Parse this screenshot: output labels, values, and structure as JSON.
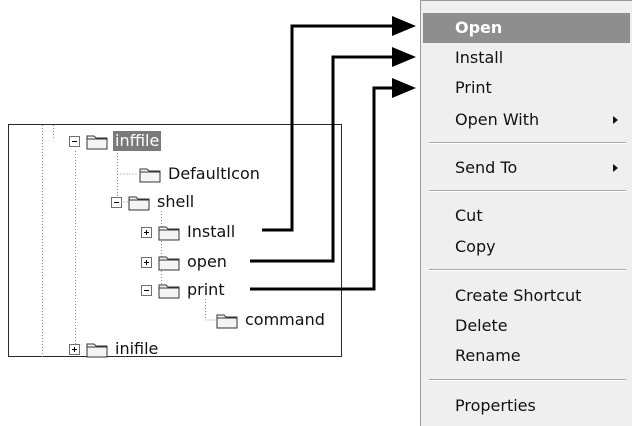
{
  "tree": {
    "nodes": [
      {
        "id": "inffile",
        "label": "inffile",
        "expander": "minus",
        "selected": true
      },
      {
        "id": "defaulticon",
        "label": "DefaultIcon",
        "expander": null,
        "selected": false
      },
      {
        "id": "shell",
        "label": "shell",
        "expander": "minus",
        "selected": false
      },
      {
        "id": "install",
        "label": "Install",
        "expander": "plus",
        "selected": false
      },
      {
        "id": "open",
        "label": "open",
        "expander": "plus",
        "selected": false
      },
      {
        "id": "print",
        "label": "print",
        "expander": "minus",
        "selected": false
      },
      {
        "id": "command",
        "label": "command",
        "expander": null,
        "selected": false
      },
      {
        "id": "inifile",
        "label": "inifile",
        "expander": "plus",
        "selected": false
      }
    ]
  },
  "menu": {
    "items": [
      {
        "label": "Open",
        "highlighted": true,
        "submenu": false
      },
      {
        "label": "Install",
        "highlighted": false,
        "submenu": false
      },
      {
        "label": "Print",
        "highlighted": false,
        "submenu": false
      },
      {
        "label": "Open With",
        "highlighted": false,
        "submenu": true
      },
      {
        "label": "Send To",
        "highlighted": false,
        "submenu": true
      },
      {
        "label": "Cut",
        "highlighted": false,
        "submenu": false
      },
      {
        "label": "Copy",
        "highlighted": false,
        "submenu": false
      },
      {
        "label": "Create Shortcut",
        "highlighted": false,
        "submenu": false
      },
      {
        "label": "Delete",
        "highlighted": false,
        "submenu": false
      },
      {
        "label": "Rename",
        "highlighted": false,
        "submenu": false
      },
      {
        "label": "Properties",
        "highlighted": false,
        "submenu": false
      }
    ]
  },
  "colors": {
    "selection": "#7a7a7a",
    "menu_highlight": "#8e8e8e",
    "menu_background": "#efefef",
    "folder_fill": "#f4f4f4",
    "arrow": "#000000"
  },
  "icons": {
    "folder": "folder-icon",
    "expand": "expand-plus-icon",
    "collapse": "collapse-minus-icon",
    "submenu": "submenu-arrow-icon",
    "connector": "arrow-connector"
  }
}
